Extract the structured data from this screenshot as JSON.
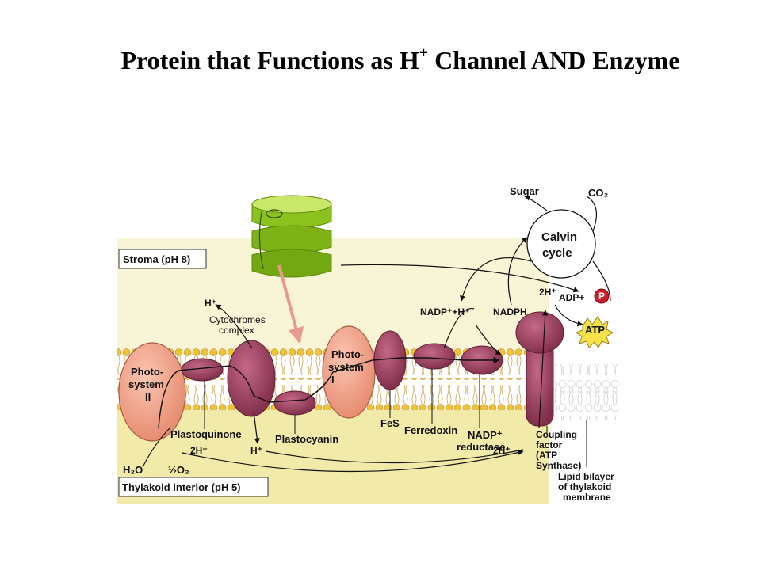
{
  "slide": {
    "title_main": "Protein that Functions as H",
    "title_sup": "+",
    "title_rest": " Channel AND Enzyme"
  },
  "diagram": {
    "stroma_label": "Stroma (pH 8)",
    "thylakoid_label": "Thylakoid interior (pH 5)",
    "photosystem2": [
      "Photo-",
      "system",
      "II"
    ],
    "photosystem1": [
      "Photo-",
      "system",
      "I"
    ],
    "cytochromes": [
      "Cytochromes",
      "complex"
    ],
    "plastoquinone": "Plastoquinone",
    "plastocyanin": "Plastocyanin",
    "fes": "FeS",
    "ferredoxin": "Ferredoxin",
    "nadp_reductase": [
      "NADP⁺",
      "reductase"
    ],
    "coupling_factor": [
      "Coupling",
      "factor",
      "(ATP",
      "Synthase)"
    ],
    "lipid_bilayer": [
      "Lipid bilayer",
      "of thylakoid",
      "membrane"
    ],
    "calvin": [
      "Calvin",
      "cycle"
    ],
    "sugar": "Sugar",
    "co2": "CO₂",
    "nadp_h": "NADP⁺+H⁺",
    "nadph": "NADPH",
    "adp": "ADP+",
    "phosphate": "P",
    "atp": "ATP",
    "h_plus": "H⁺",
    "two_h_plus": "2H⁺",
    "h2o": "H₂O",
    "half_o2": "½O₂"
  },
  "colors": {
    "stroma_bg": "#f8f4d6",
    "interior_bg": "#f1eaa8",
    "protein": "#9c3f60",
    "photosystem": "#f2a78e",
    "lipid_head": "#f0c23a",
    "grana": "#8cc21e"
  }
}
